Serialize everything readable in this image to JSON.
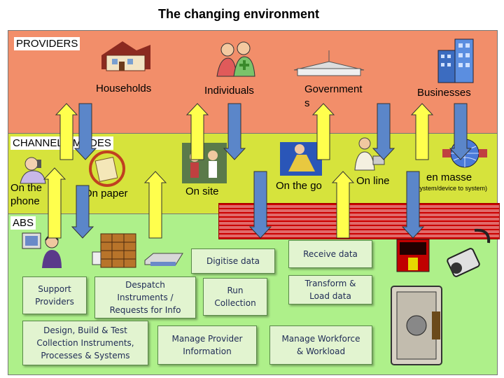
{
  "title": "The changing environment",
  "bands": {
    "providers": "PROVIDERS",
    "channels": "CHANNELS/MODES",
    "abs": "ABS"
  },
  "providers": {
    "households": "Households",
    "individuals": "Individuals",
    "government": "Government\ns",
    "businesses": "Businesses"
  },
  "channels": {
    "phone": "On the\nphone",
    "paper": "On paper",
    "site": "On site",
    "go": "On the go",
    "online": "On line",
    "masse": "en masse",
    "masse_note": "(system/device to system)"
  },
  "boxes": {
    "digitise": "Digitise data",
    "receive": "Receive data",
    "support": "Support\nProviders",
    "despatch": "Despatch\nInstruments /\nRequests for Info",
    "run": "Run\nCollection",
    "transform": "Transform &\nLoad data",
    "design": "Design, Build & Test\nCollection Instruments,\nProcesses & Systems",
    "manage_provider": "Manage Provider\nInformation",
    "manage_workforce": "Manage Workforce\n& Workload"
  },
  "colors": {
    "providers_band": "#f28e6a",
    "channels_band": "#d6e33c",
    "abs_band": "#aef08a",
    "up_arrow": "#ffff4d",
    "down_arrow": "#5b86c9"
  },
  "icons": [
    "house-icon",
    "people-icon",
    "parliament-icon",
    "office-building-icon",
    "phone-user-icon",
    "paper-form-icon",
    "site-visit-icon",
    "mobile-user-icon",
    "computer-user-icon",
    "network-globe-icon",
    "call-centre-icon",
    "filing-cabinet-icon",
    "scanner-icon",
    "database-screen-icon",
    "camera-icon",
    "safe-icon"
  ]
}
